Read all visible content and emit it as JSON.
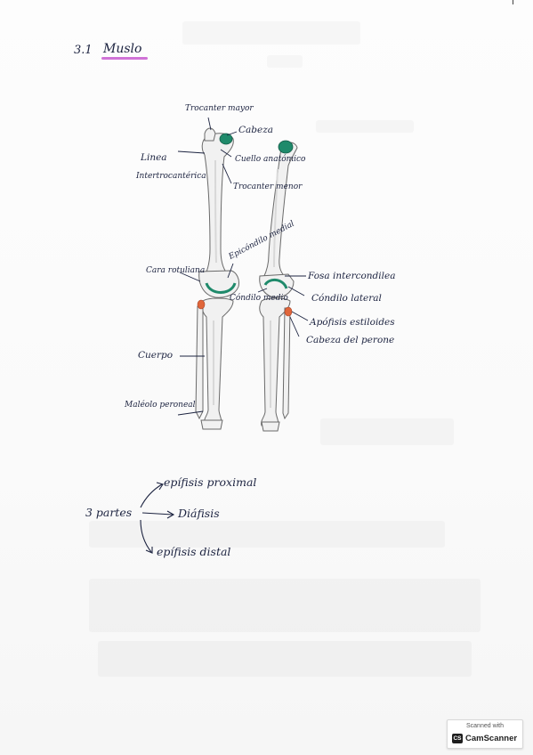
{
  "heading": {
    "number": "3.1",
    "title": "Muslo",
    "underline_color": "#c85ad0"
  },
  "femur_labels": {
    "trochanter_major": "Trocanter mayor",
    "head": "Cabeza",
    "line": "Linea",
    "intertrochanteric": "Intertrocantérica",
    "anatomic_neck": "Cuello anatómico",
    "trochanter_minor": "Trocanter menor",
    "medial_epicondyle": "Epicóndilo medial",
    "patellar_face": "Cara rotuliana",
    "intercondylar_fossa": "Fosa intercondilea",
    "lateral_condyle": "Cóndilo lateral",
    "medial_condyle": "Cóndilo medio",
    "styloid_apophysis": "Apófisis estiloides",
    "fibula_head": "Cabeza del perone",
    "body": "Cuerpo",
    "lateral_malleolus": "Maléolo peroneal"
  },
  "bone_parts": {
    "root": "3 partes",
    "items": [
      "epífisis proximal",
      "Diáfisis",
      "epífisis distal"
    ]
  },
  "highlight_colors": {
    "cartilage_green": "#1f8a6b",
    "fibula_orange": "#e0663a",
    "ink": "#1c2340"
  },
  "scanner_badge": {
    "scanned_with": "Scanned with",
    "logo": "CS",
    "brand": "CamScanner"
  }
}
